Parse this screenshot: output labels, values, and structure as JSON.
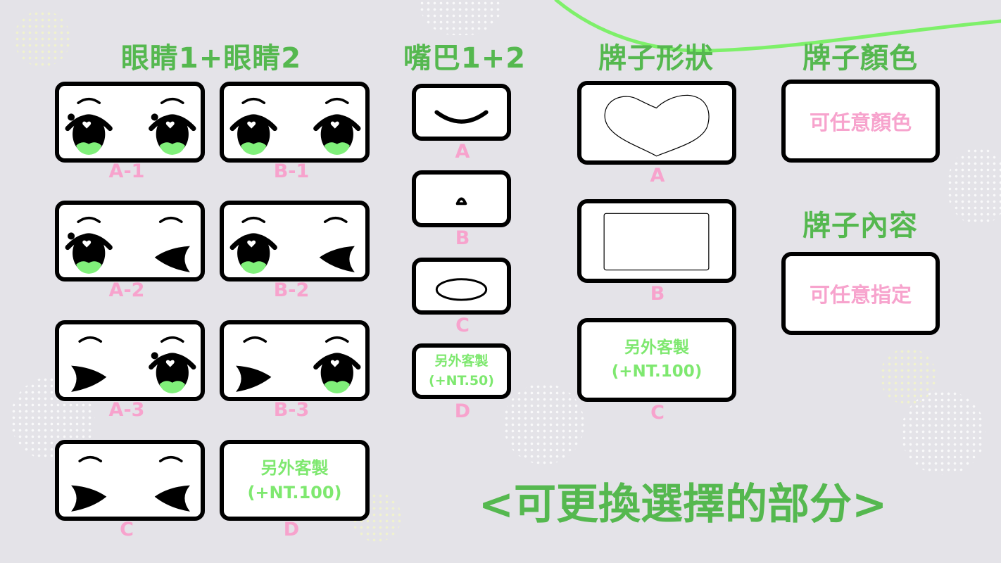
{
  "colors": {
    "title_green": "#55b84f",
    "label_pink": "#f7a3cd",
    "eye_green": "#80f07a",
    "background": "#e4e3e8"
  },
  "eyes": {
    "title": "眼睛1+眼睛2",
    "options": [
      {
        "label": "A-1",
        "left": "open-lashes",
        "right": "open-lashes"
      },
      {
        "label": "B-1",
        "left": "open",
        "right": "open"
      },
      {
        "label": "A-2",
        "left": "open-lashes",
        "right": "wink-left"
      },
      {
        "label": "B-2",
        "left": "open",
        "right": "wink-left"
      },
      {
        "label": "A-3",
        "left": "wink-right",
        "right": "open-lashes"
      },
      {
        "label": "B-3",
        "left": "wink-right",
        "right": "open"
      },
      {
        "label": "C",
        "left": "wink-right",
        "right": "wink-left"
      },
      {
        "label": "D",
        "custom": [
          "另外客製",
          "(+NT.100)"
        ]
      }
    ]
  },
  "mouth": {
    "title": "嘴巴1+2",
    "options": [
      {
        "label": "A",
        "shape": "smile"
      },
      {
        "label": "B",
        "shape": "small-triangle"
      },
      {
        "label": "C",
        "shape": "oval"
      },
      {
        "label": "D",
        "custom": [
          "另外客製",
          "(+NT.50)"
        ]
      }
    ]
  },
  "plate_shape": {
    "title": "牌子形狀",
    "options": [
      {
        "label": "A",
        "shape": "heart"
      },
      {
        "label": "B",
        "shape": "rectangle"
      },
      {
        "label": "C",
        "custom": [
          "另外客製",
          "(+NT.100)"
        ]
      }
    ]
  },
  "plate_color": {
    "title": "牌子顏色",
    "text": "可任意顏色"
  },
  "plate_content": {
    "title": "牌子內容",
    "text": "可任意指定"
  },
  "footer": "<可更換選擇的部分>"
}
